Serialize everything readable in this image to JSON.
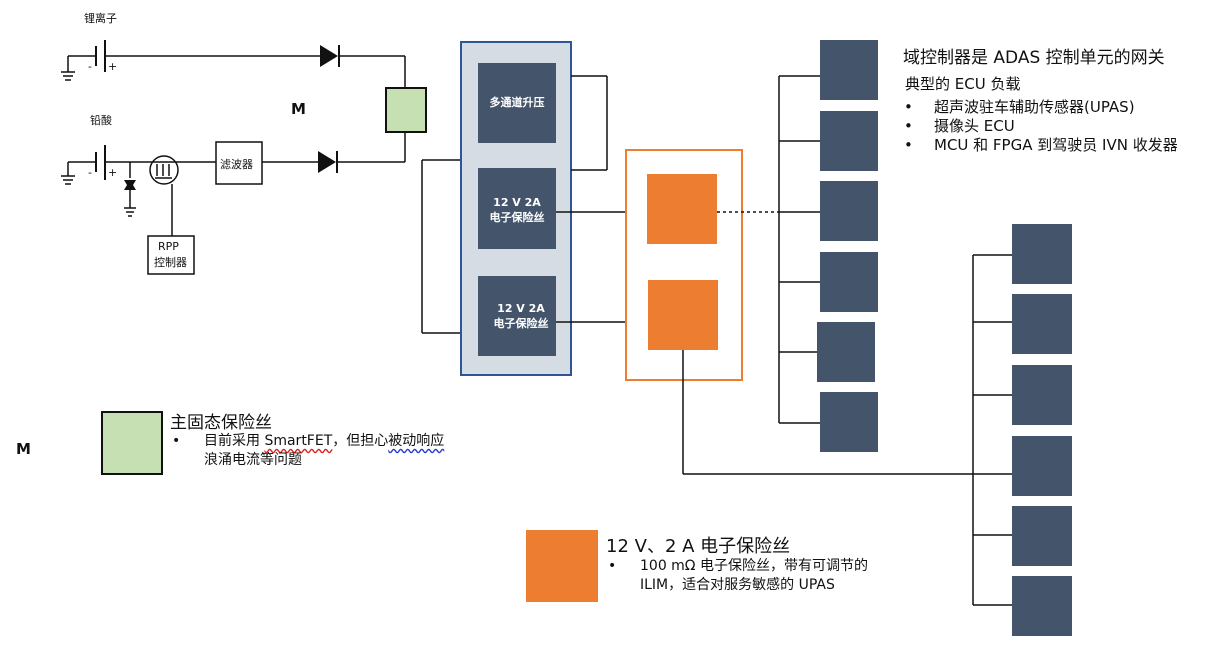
{
  "battery_labels": {
    "lithium": "锂离子",
    "lead_acid": "铅酸"
  },
  "filter_label": "滤波器",
  "rpp": {
    "line1": "RPP",
    "line2": "控制器"
  },
  "m_marks": [
    "M",
    "M"
  ],
  "power_stage": {
    "boost_label": "多通道升压",
    "efuse1": {
      "line1": "12 V 2A",
      "line2": "电子保险丝"
    },
    "efuse2": {
      "line1": "12 V 2A",
      "line2": "电子保险丝"
    }
  },
  "domain_controller": {
    "title": "域控制器是 ADAS 控制单元的网关",
    "subtitle": "典型的 ECU 负载",
    "bullets": [
      "超声波驻车辅助传感器(UPAS)",
      "摄像头 ECU",
      "MCU 和 FPGA 到驾驶员 IVN 收发器"
    ]
  },
  "legend_main_fuse": {
    "title": "主固态保险丝",
    "bullet_prefix": "目前采用 ",
    "bullet_brand": "SmartFET",
    "bullet_mid": "，但担心",
    "bullet_concern": "被动响应",
    "bullet_line2": "浪涌电流等问题",
    "swatch_color": "#c6e0b4"
  },
  "legend_efuse": {
    "title": "12 V、2 A 电子保险丝",
    "bullet_line1": "100 mΩ 电子保险丝，带有可调节的",
    "bullet_line2": "ILIM，适合对服务敏感的 UPAS",
    "swatch_color": "#ed7d31"
  },
  "colors": {
    "ecu_block": "#44546a",
    "power_panel": "#d6dce4",
    "power_panel_border": "#2f5597",
    "efuse_orange": "#ed7d31",
    "main_fuse_green": "#c6e0b4"
  }
}
